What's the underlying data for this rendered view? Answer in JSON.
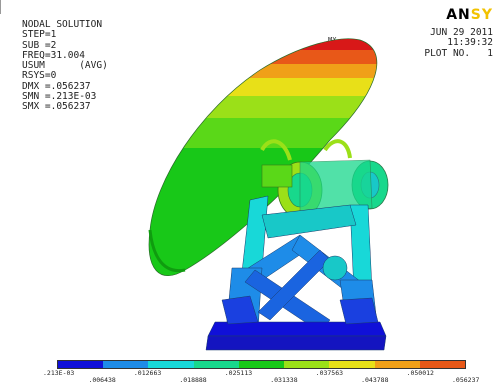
{
  "window": {
    "brand_prefix": "AN",
    "brand_suffix": "SY",
    "date": "JUN 29 2011",
    "time": "11:39:32",
    "plot_no": "PLOT NO.   1"
  },
  "info": {
    "title": "NODAL SOLUTION",
    "lines": [
      "",
      "STEP=1",
      "SUB =2",
      "FREQ=31.004",
      "USUM      (AVG)",
      "RSYS=0",
      "DMX =.056237",
      "SMN =.213E-03",
      "SMX =.056237"
    ]
  },
  "plot": {
    "max_marker": "MX"
  },
  "legend": {
    "colors": [
      "#1010d8",
      "#1e8ce8",
      "#18d8d8",
      "#18d88c",
      "#18c818",
      "#9be018",
      "#e8e018",
      "#f0a018",
      "#e85818",
      "#d81818"
    ],
    "labels": [
      ".213E-03",
      ".006438",
      ".012663",
      ".018888",
      ".025113",
      ".031338",
      ".037563",
      ".043788",
      ".050012",
      ".056237"
    ]
  }
}
